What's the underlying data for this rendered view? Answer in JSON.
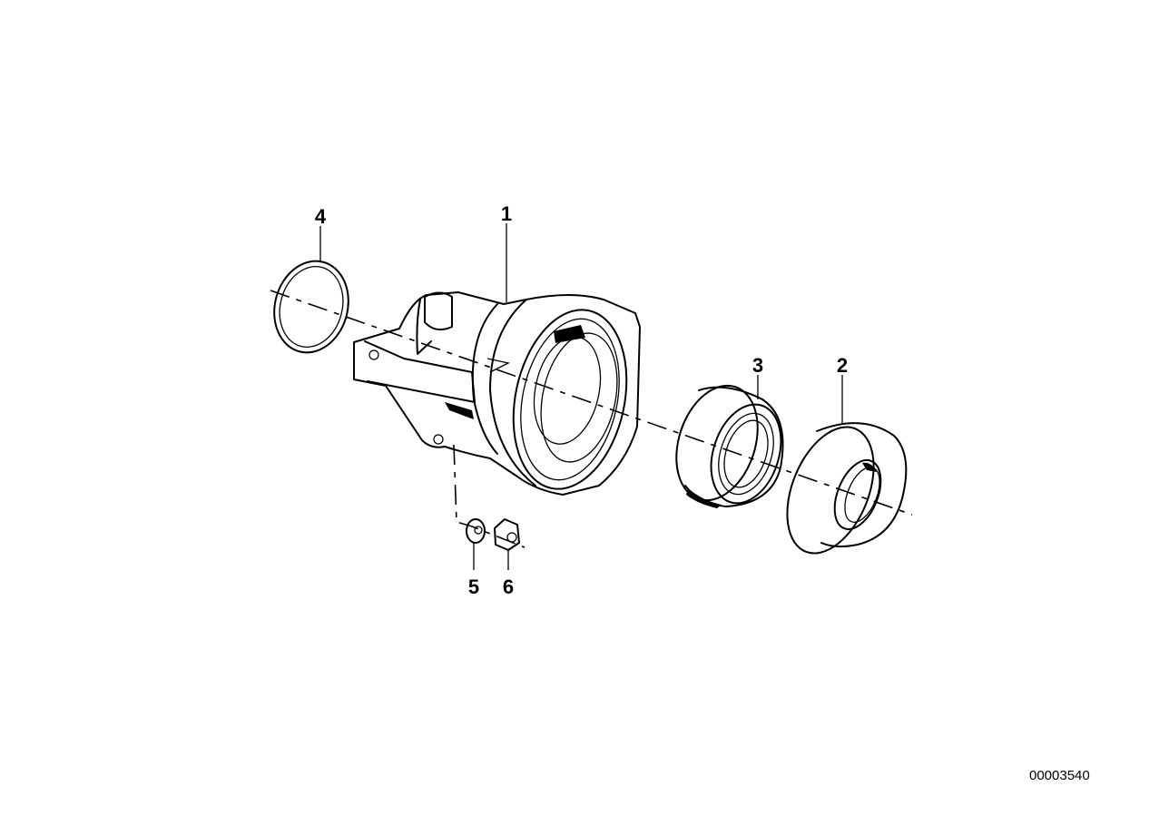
{
  "diagram": {
    "callouts": [
      {
        "number": "1",
        "part": "housing"
      },
      {
        "number": "2",
        "part": "shaft-seal"
      },
      {
        "number": "3",
        "part": "bearing"
      },
      {
        "number": "4",
        "part": "o-ring"
      },
      {
        "number": "5",
        "part": "washer"
      },
      {
        "number": "6",
        "part": "nut"
      }
    ],
    "image_code": "00003540",
    "line_color": "#000000",
    "background_color": "#ffffff"
  }
}
